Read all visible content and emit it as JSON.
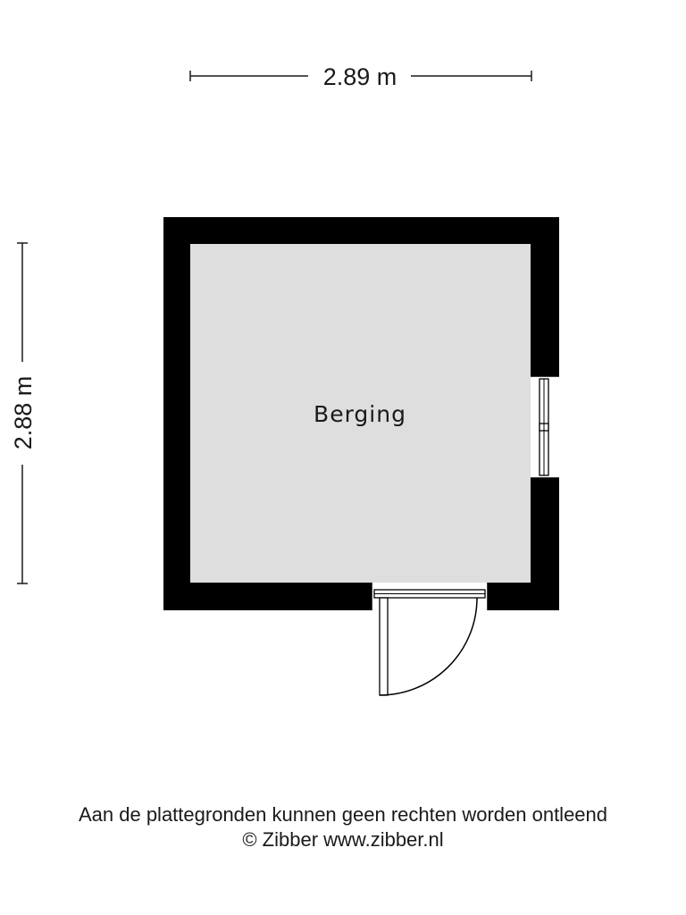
{
  "dimensions": {
    "width_label": "2.89 m",
    "height_label": "2.88 m"
  },
  "rooms": [
    {
      "name": "Berging"
    }
  ],
  "footer": {
    "disclaimer": "Aan de plattegronden kunnen geen rechten worden ontleend",
    "credit": "© Zibber www.zibber.nl"
  },
  "colors": {
    "wall": "#000000",
    "floor": "#dedede",
    "line": "#1a1a1a"
  }
}
